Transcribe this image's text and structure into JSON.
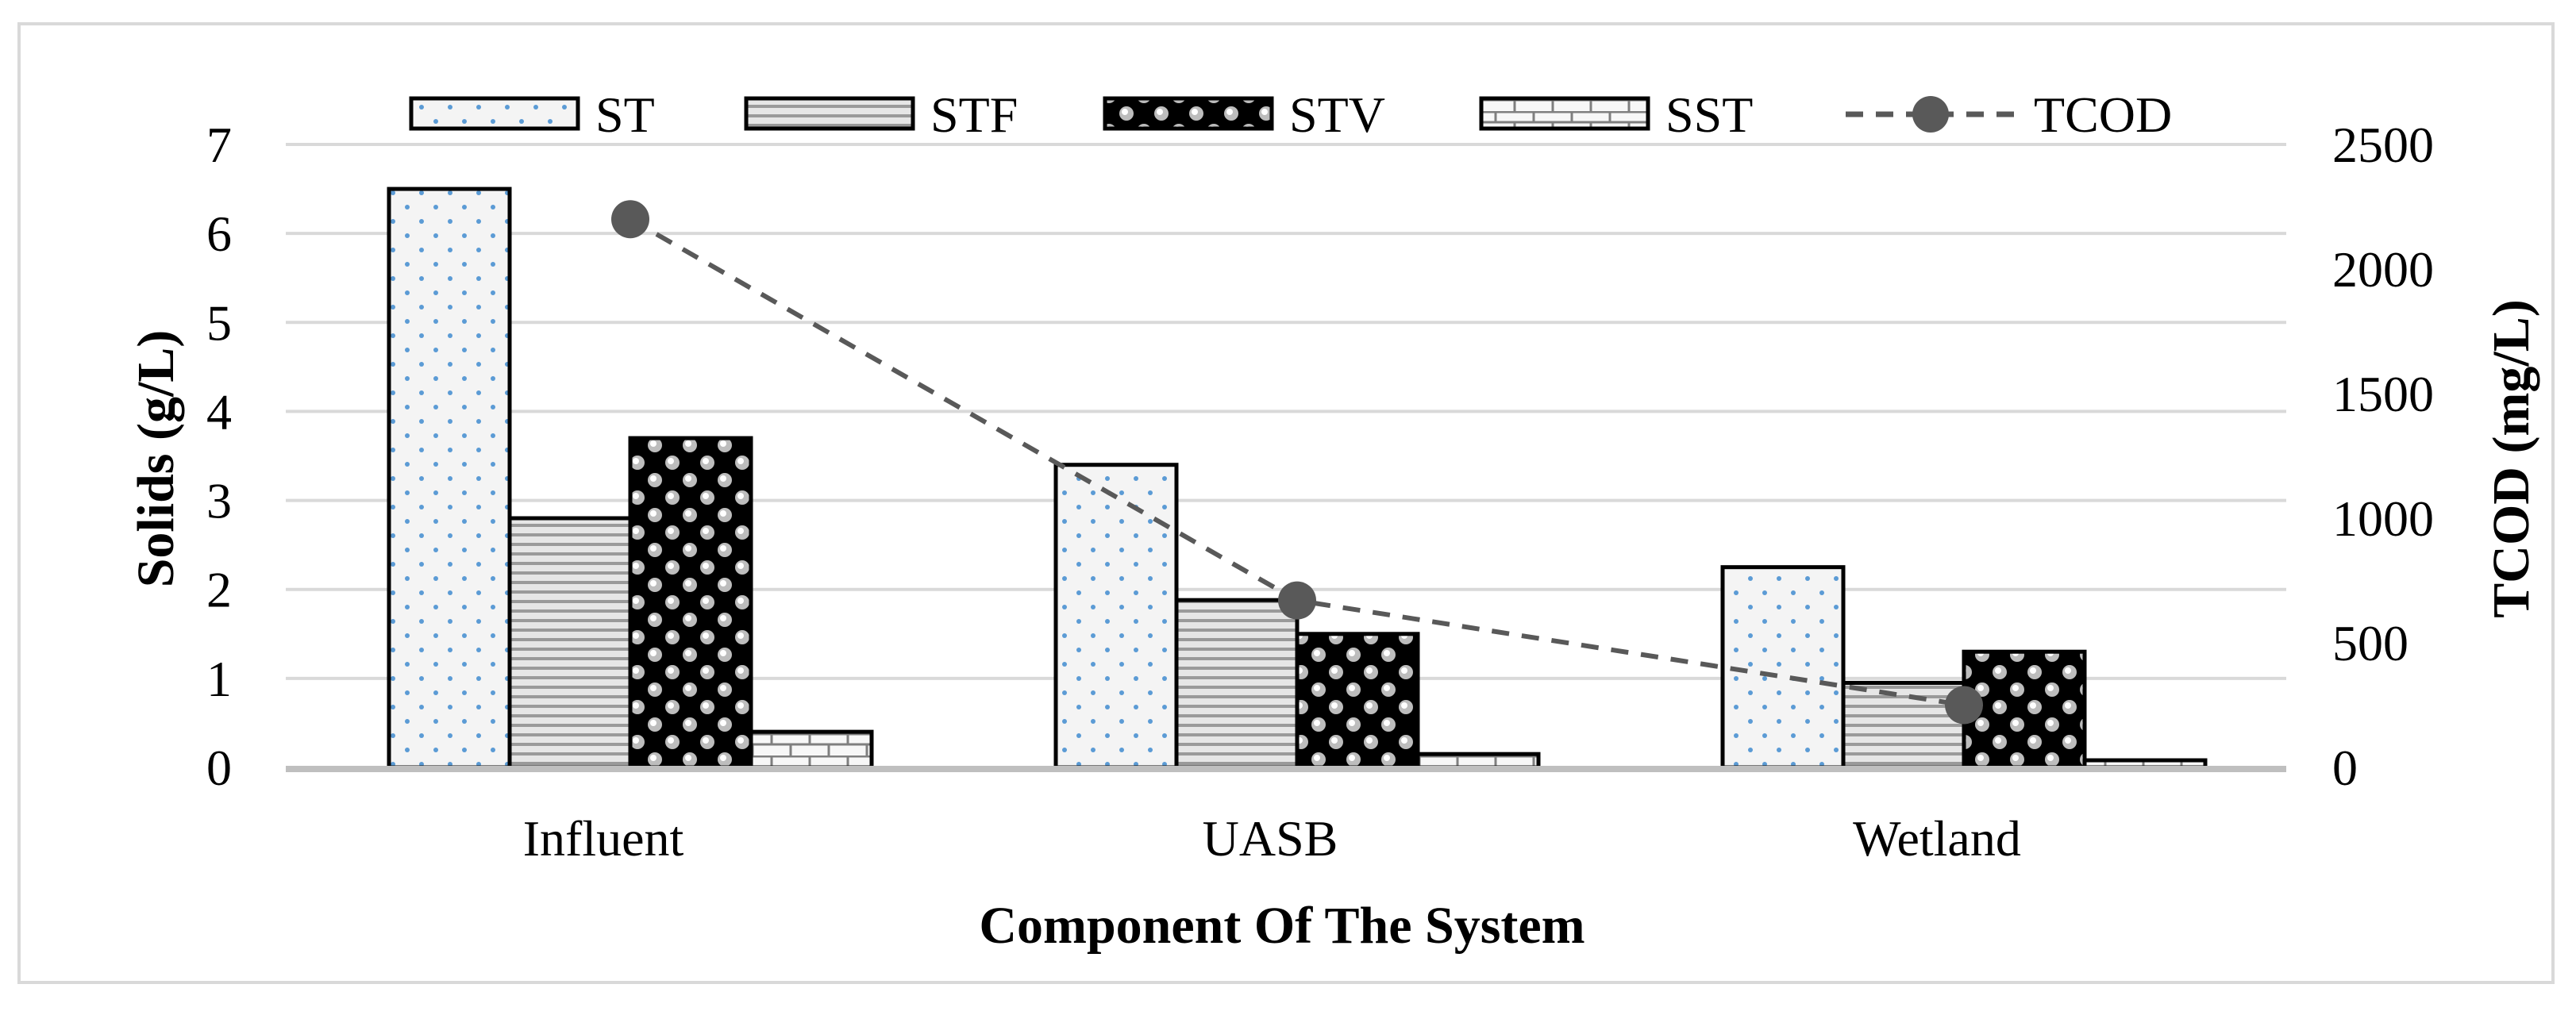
{
  "chart_data": {
    "type": "bar",
    "title": "",
    "categories": [
      "Influent",
      "UASB",
      "Wetland"
    ],
    "xlabel": "Component Of The System",
    "ylabel": "Solids (g/L)",
    "y2label": "TCOD (mg/L)",
    "ylim": [
      0,
      7
    ],
    "y2lim": [
      0,
      2500
    ],
    "yticks": [
      "0",
      "1",
      "2",
      "3",
      "4",
      "5",
      "6",
      "7"
    ],
    "y2ticks": [
      "0",
      "500",
      "1000",
      "1500",
      "2000",
      "2500"
    ],
    "grid": true,
    "legend_position": "top",
    "series": [
      {
        "name": "ST",
        "kind": "bar",
        "pattern": "dots",
        "values": [
          6.5,
          3.4,
          2.25
        ]
      },
      {
        "name": "STF",
        "kind": "bar",
        "pattern": "hlines",
        "values": [
          2.8,
          1.88,
          0.95
        ]
      },
      {
        "name": "STV",
        "kind": "bar",
        "pattern": "checker",
        "values": [
          3.7,
          1.5,
          1.3
        ]
      },
      {
        "name": "SST",
        "kind": "bar",
        "pattern": "brick",
        "values": [
          0.4,
          0.15,
          0.08
        ]
      },
      {
        "name": "TCOD",
        "kind": "line",
        "axis": "right",
        "style": "dashed",
        "values": [
          2200,
          670,
          250
        ]
      }
    ],
    "colors": {
      "bar_outline": "#000000",
      "bar_fill": "#f2f2f2",
      "dots": "#5b9bd5",
      "line": "#595959",
      "marker": "#595959",
      "grid": "#d9d9d9",
      "axis": "#bfbfbf"
    }
  }
}
